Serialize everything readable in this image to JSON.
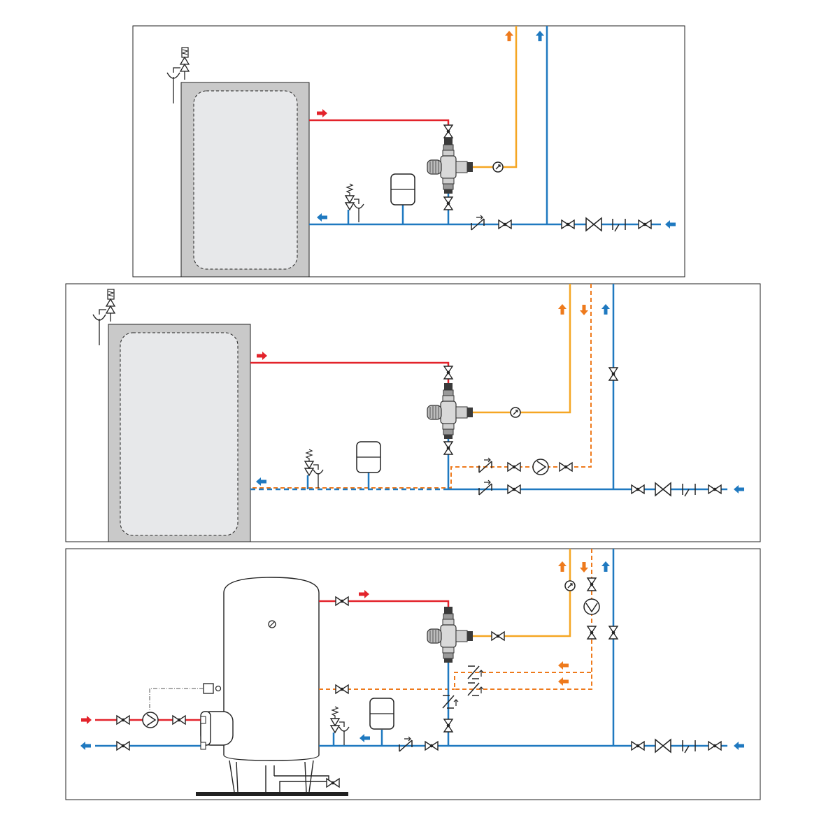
{
  "diagram": {
    "colors": {
      "hot": "#e3232b",
      "cold": "#1f79c0",
      "mixed": "#f5a623",
      "recirculation": "#ee7a1c",
      "tank_fill": "#c9c9c9",
      "tank_inner": "#e7e8ea",
      "line": "#222222"
    },
    "panels": [
      {
        "id": "panel-1-simple-mixing",
        "has_recirculation": false,
        "tank_type": "rectangular"
      },
      {
        "id": "panel-2-mixing-with-recirculation",
        "has_recirculation": true,
        "tank_type": "rectangular"
      },
      {
        "id": "panel-3-indirect-cylinder-with-recirculation",
        "has_recirculation": true,
        "tank_type": "vertical-cylinder"
      }
    ],
    "icons": [
      "thermostatic-mixing-valve-icon",
      "shut-off-valve-icon",
      "check-valve-icon",
      "pressure-relief-valve-icon",
      "expansion-vessel-icon",
      "pump-icon",
      "thermometer-icon",
      "strainer-icon",
      "pressure-reducer-icon",
      "flow-arrow-icon"
    ]
  }
}
